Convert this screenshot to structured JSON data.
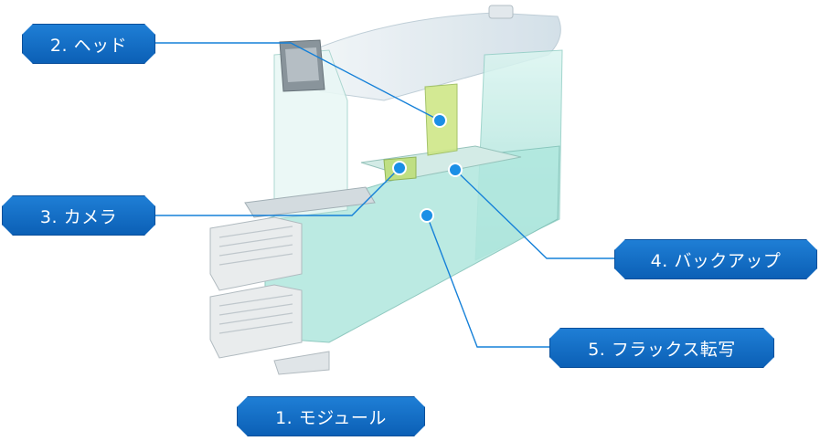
{
  "labels": {
    "module": "1. モジュール",
    "head": "2. ヘッド",
    "camera": "3. カメラ",
    "backup": "4. バックアップ",
    "flux": "5. フラックス転写"
  },
  "colors": {
    "callout": "#1070c8",
    "leader": "#1580d8",
    "dot": "#1b8fe6",
    "machine_glass": "#9fe3d9"
  }
}
